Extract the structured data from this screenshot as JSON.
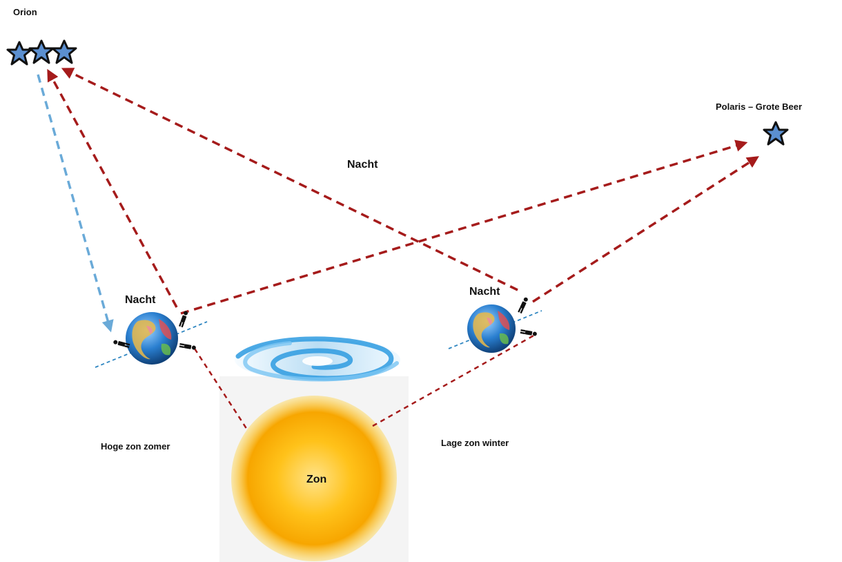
{
  "labels": {
    "orion": "Orion",
    "polaris": "Polaris – Grote Beer",
    "night_top": "Nacht",
    "night_left": "Nacht",
    "night_right": "Nacht",
    "summer": "Hoge zon zomer",
    "winter": "Lage zon winter",
    "sun": "Zon"
  },
  "colors": {
    "star_fill": "#5b8fd0",
    "star_stroke": "#111111",
    "red_arrow": "#a51b1b",
    "blue_arrow": "#6aaad8",
    "axis_line": "#2e86c1",
    "sun_core": "#f7a600",
    "sun_glow": "#ffd23f",
    "earth_ocean": "#2a7fd0"
  },
  "icons": [
    "star-icon",
    "earth-globe-icon",
    "person-figure-icon",
    "spiral-galaxy-icon",
    "sun-icon"
  ]
}
